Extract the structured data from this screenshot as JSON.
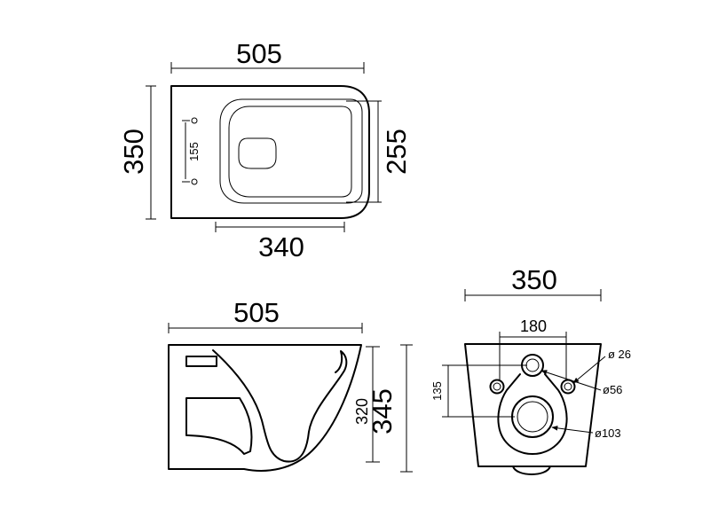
{
  "top_view": {
    "dim_width": "505",
    "dim_depth": "350",
    "dim_bowl_width": "255",
    "dim_bowl_length": "340",
    "dim_fix_spacing": "155"
  },
  "side_view": {
    "dim_length": "505",
    "dim_height": "345",
    "dim_inner_height": "320"
  },
  "back_view": {
    "dim_width": "350",
    "dim_fix_spacing": "180",
    "dim_fix_height": "135",
    "dia_fixing": "ø 26",
    "dia_inlet": "ø56",
    "dia_outlet": "ø103"
  }
}
